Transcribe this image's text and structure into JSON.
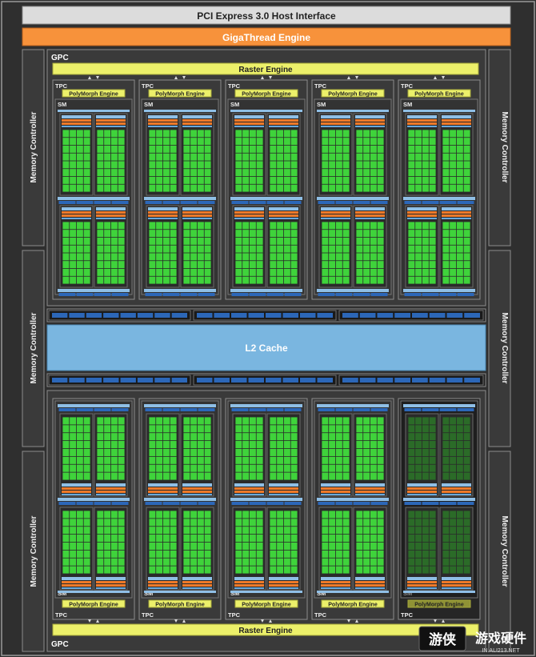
{
  "header": {
    "pci_label": "PCI Express 3.0 Host Interface",
    "gigathread_label": "GigaThread Engine"
  },
  "memory_controllers": [
    "Memory Controller",
    "Memory Controller",
    "Memory Controller",
    "Memory Controller",
    "Memory Controller",
    "Memory Controller"
  ],
  "l2_cache_label": "L2 Cache",
  "gpcs": [
    {
      "label": "GPC",
      "raster_label": "Raster Engine",
      "tpc_label": "TPC",
      "sm_label": "SM",
      "polymorph_label": "PolyMorph Engine",
      "tpc_count": 5,
      "disabled_tpcs": []
    },
    {
      "label": "GPC",
      "raster_label": "Raster Engine",
      "tpc_label": "TPC",
      "sm_label": "SM",
      "polymorph_label": "PolyMorph Engine",
      "tpc_count": 5,
      "disabled_tpcs": [
        4
      ]
    }
  ],
  "watermark": {
    "brand_cn": "游戏硬件",
    "site": "IN.ALI213.NET"
  },
  "colors": {
    "background": "#2f2f2f",
    "panel": "#3a3a3a",
    "header_bar": "#dcdcdc",
    "gigathread": "#f7923b",
    "raster": "#ecf06a",
    "cuda_core": "#3fd33b",
    "l2_cache": "#7ab6e0",
    "memory_bus": "#2c67b8",
    "dispatch": "#ee7a2a"
  }
}
